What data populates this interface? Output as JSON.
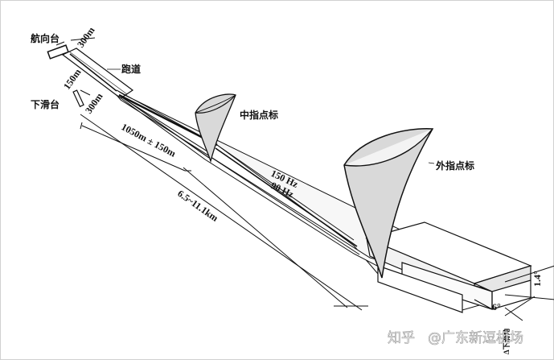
{
  "labels": {
    "localizer": "航向台",
    "runway": "跑道",
    "glideslope": "下滑台",
    "middle_marker": "中指点标",
    "outer_marker": "外指点标"
  },
  "dimensions": {
    "d500": "300m",
    "d150": "150m",
    "d300": "300m",
    "middle_distance": "1050m ± 150m",
    "outer_distance": "6.5~11.1km",
    "freq_150": "150 Hz",
    "freq_90": "90 Hz",
    "angle_14": "1.4°",
    "angle_6": "6°",
    "angle_vert": "Δ下滑角"
  },
  "watermark": {
    "site": "知乎",
    "account": "@广东新逗机场"
  },
  "colors": {
    "ink": "#111111",
    "marker_fill": "#d9d9d9",
    "beam_fill": "#f7f7f7"
  }
}
